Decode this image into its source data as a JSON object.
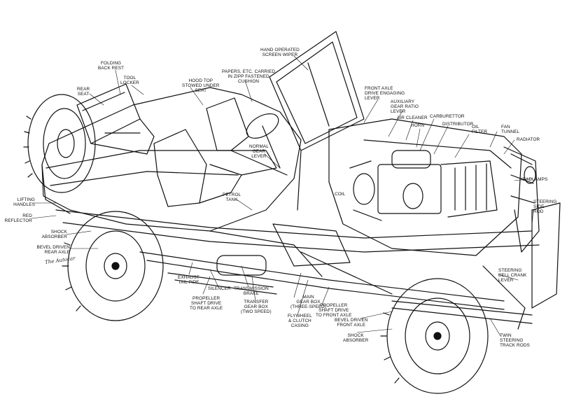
{
  "labels": {
    "hand_operated_screen_wiper": "HAND OPERATED\nSCREEN WIPER",
    "papers_etc_carried": "PAPERS, ETC. CARRIED\nIN ZIPP FASTENED\nCUSHION",
    "tool_locker": "TOOL\nLOCKER",
    "hood_top_stowed": "HOOD TOP\nSTOWED UNDER\nSEAT",
    "folding_back_rest": "FOLDING\nBACK REST",
    "rear_seat": "REAR\nSEAT",
    "front_axle_drive_engaging_lever": "FRONT AXLE\nDRIVE ENGAGING\nLEVER",
    "auxiliary_gear_ratio_lever": "AUXILIARY\nGEAR RATIO\nLEVER",
    "air_cleaner": "AIR CLEANER",
    "horn": "HORN",
    "carburettor": "CARBURETTOR",
    "distributor": "DISTRIBUTOR",
    "oil_filter": "OIL\nFILTER",
    "fan_tunnel": "FAN\nTUNNEL",
    "radiator": "RADIATOR",
    "headlamps": "HEADLAMPS",
    "normal_gear_lever": "NORMAL\nGEAR\nLEVER",
    "petrol_tank": "PETROL\nTANK",
    "coil": "COIL",
    "steering_side_rod": "STEERING\nSIDE\nROD",
    "lifting_handles": "LIFTING\nHANDLES",
    "red_reflector": "RED\nREFLECTOR",
    "shock_absorber_rear": "SHOCK\nABSORBER",
    "bevel_driven_rear_axle": "BEVEL DRIVEN\nREAR AXLE",
    "steering_bell_crank_lever": "STEERING\nBELL CRANK\nLEVER",
    "exhaust_tail_pipe": "EXHAUST\nTAIL PIPE",
    "silencer": "SILENCER",
    "transmission_brake": "TRANSMISSION\nBRAKE",
    "propeller_shaft_rear": "PROPELLER\nSHAFT DRIVE\nTO REAR AXLE",
    "transfer_gear_box": "TRANSFER\nGEAR BOX\n(TWO SPEED)",
    "main_gear_box": "MAIN\nGEAR BOX\n(THREE-SPEED)",
    "propeller_shaft_front": "PROPELLER\nSHAFT DRIVE\nTO FRONT AXLE",
    "flywheel_clutch_casing": "FLYWHEEL\n& CLUTCH\nCASING",
    "bevel_driven_front_axle": "BEVEL DRIVEN\nFRONT AXLE",
    "shock_absorber_front": "SHOCK\nABSORBER",
    "twin_steering_track_rods": "TWIN\nSTEERING\nTRACK RODS"
  },
  "signatures": {
    "artist_left": "The Autocar"
  }
}
